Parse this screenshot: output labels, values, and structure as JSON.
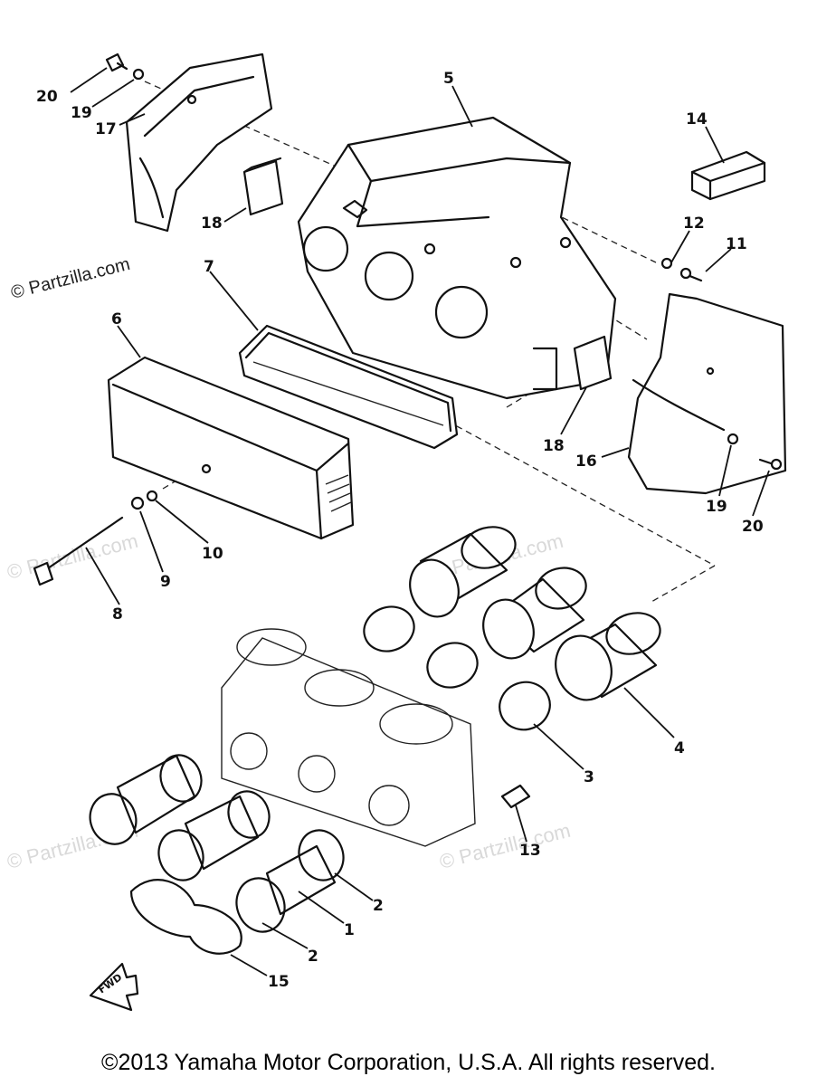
{
  "watermark_main": "© Partzilla.com",
  "watermark_faint": "© Partzilla.com",
  "fwd_label": "FWD",
  "copyright": "©2013 Yamaha Motor Corporation, U.S.A. All rights reserved.",
  "callouts": {
    "c1": "1",
    "c2a": "2",
    "c2b": "2",
    "c3": "3",
    "c4": "4",
    "c5": "5",
    "c6": "6",
    "c7": "7",
    "c8": "8",
    "c9": "9",
    "c10": "10",
    "c11": "11",
    "c12": "12",
    "c13": "13",
    "c14": "14",
    "c15": "15",
    "c16": "16",
    "c17": "17",
    "c18a": "18",
    "c18b": "18",
    "c19a": "19",
    "c19b": "19",
    "c20a": "20",
    "c20b": "20"
  }
}
